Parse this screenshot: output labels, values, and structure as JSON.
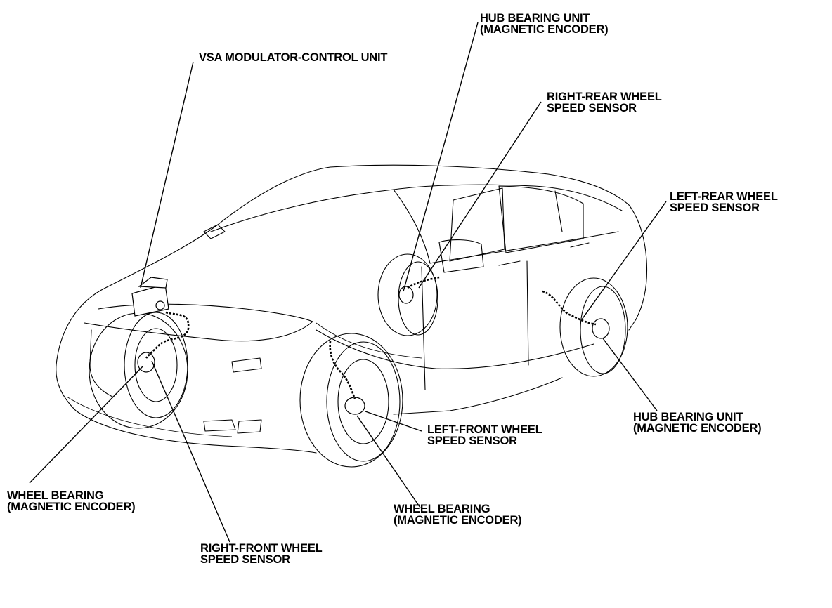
{
  "diagram": {
    "labels": {
      "vsa_modulator": [
        "VSA MODULATOR-CONTROL UNIT"
      ],
      "hub_bearing_top": [
        "HUB BEARING UNIT",
        "(MAGNETIC ENCODER)"
      ],
      "right_rear_sensor": [
        "RIGHT-REAR WHEEL",
        "SPEED SENSOR"
      ],
      "left_rear_sensor": [
        "LEFT-REAR WHEEL",
        "SPEED SENSOR"
      ],
      "hub_bearing_rear": [
        "HUB BEARING UNIT",
        "(MAGNETIC ENCODER)"
      ],
      "left_front_sensor": [
        "LEFT-FRONT WHEEL",
        "SPEED SENSOR"
      ],
      "wheel_bearing_front_left": [
        "WHEEL BEARING",
        "(MAGNETIC ENCODER)"
      ],
      "wheel_bearing_front_right": [
        "WHEEL BEARING",
        "(MAGNETIC ENCODER)"
      ],
      "right_front_sensor": [
        "RIGHT-FRONT WHEEL",
        "SPEED SENSOR"
      ]
    }
  }
}
